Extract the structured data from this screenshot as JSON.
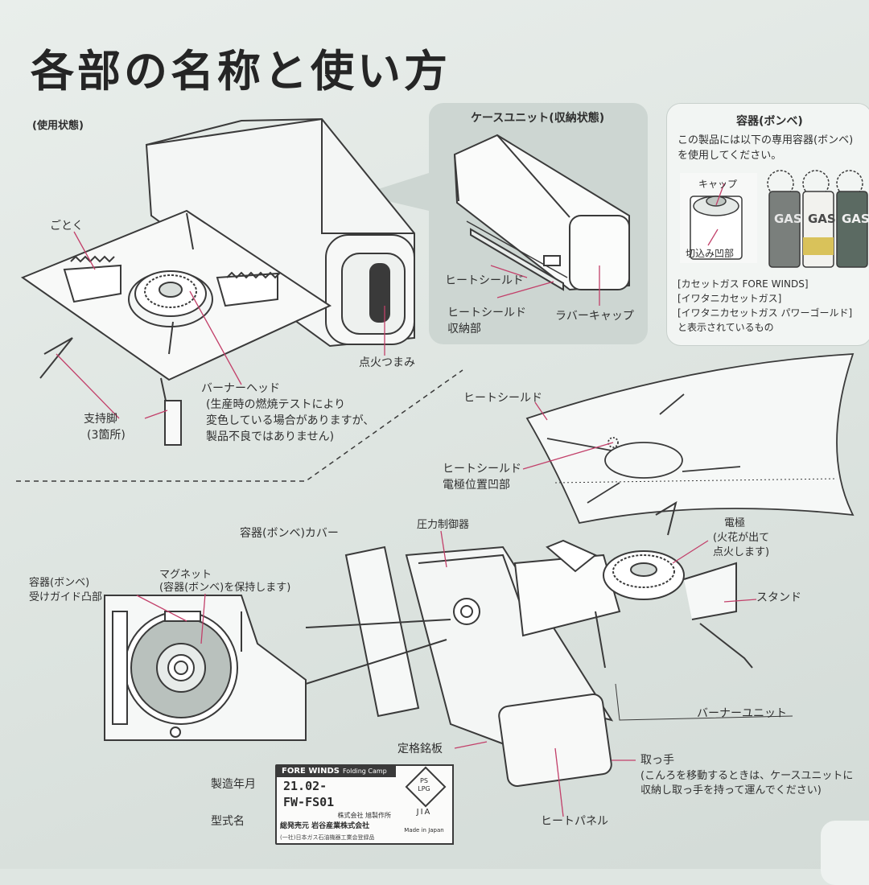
{
  "title": "各部の名称と使い方",
  "state_label": "(使用状態)",
  "case_unit": {
    "title": "ケースユニット(収納状態)",
    "heat_shield": "ヒートシールド",
    "heat_shield_storage_1": "ヒートシールド",
    "heat_shield_storage_2": "収納部",
    "rubber_cap": "ラバーキャップ"
  },
  "container": {
    "title": "容器(ボンベ)",
    "desc_1": "この製品には以下の専用容器(ボンベ)",
    "desc_2": "を使用してください。",
    "cap": "キャップ",
    "notch": "切込み凹部",
    "can_label": "GAS",
    "product_1": "[カセットガス FORE WINDS]",
    "product_2": "[イワタニカセットガス]",
    "product_3": "[イワタニカセットガス パワーゴールド]",
    "product_4": "と表示されているもの"
  },
  "usage": {
    "trivet": "ごとく",
    "burner_head": "バーナーヘッド",
    "burner_note_1": "(生産時の燃焼テストにより",
    "burner_note_2": "変色している場合がありますが、",
    "burner_note_3": "製品不良ではありません)",
    "legs_1": "支持脚",
    "legs_2": "(3箇所)",
    "ignition_knob": "点火つまみ"
  },
  "heat_shield_detail": {
    "label": "ヒートシールド",
    "electrode_notch_1": "ヒートシールド",
    "electrode_notch_2": "電極位置凹部"
  },
  "bottom": {
    "container_cover": "容器(ボンベ)カバー",
    "pressure_regulator": "圧力制御器",
    "electrode_1": "電極",
    "electrode_2": "(火花が出て",
    "electrode_3": "点火します)",
    "stand": "スタンド",
    "guide_1": "容器(ボンベ)",
    "guide_2": "受けガイド凸部",
    "magnet_1": "マグネット",
    "magnet_2": "(容器(ボンベ)を保持します)",
    "burner_unit": "バーナーユニット",
    "rating_plate": "定格銘板",
    "handle": "取っ手",
    "handle_note_1": "(こんろを移動するときは、ケースユニットに",
    "handle_note_2": "収納し取っ手を持って運んでください)",
    "heat_panel": "ヒートパネル",
    "mfg_date": "製造年月",
    "model_name": "型式名"
  },
  "plate": {
    "brand": "FORE WINDS",
    "product": "Folding Camp Stove",
    "date": "21.02-",
    "model": "FW-FS01",
    "maker": "株式会社 旭製作所",
    "seller": "総発売元 岩谷産業株式会社",
    "association": "(一社)日本ガス石油機器工業会登録品",
    "ps_1": "PS",
    "ps_2": "LPG",
    "jia": "JIA",
    "made_in": "Made in Japan"
  },
  "colors": {
    "leader": "#c2406a",
    "ink": "#3a3a3a"
  }
}
